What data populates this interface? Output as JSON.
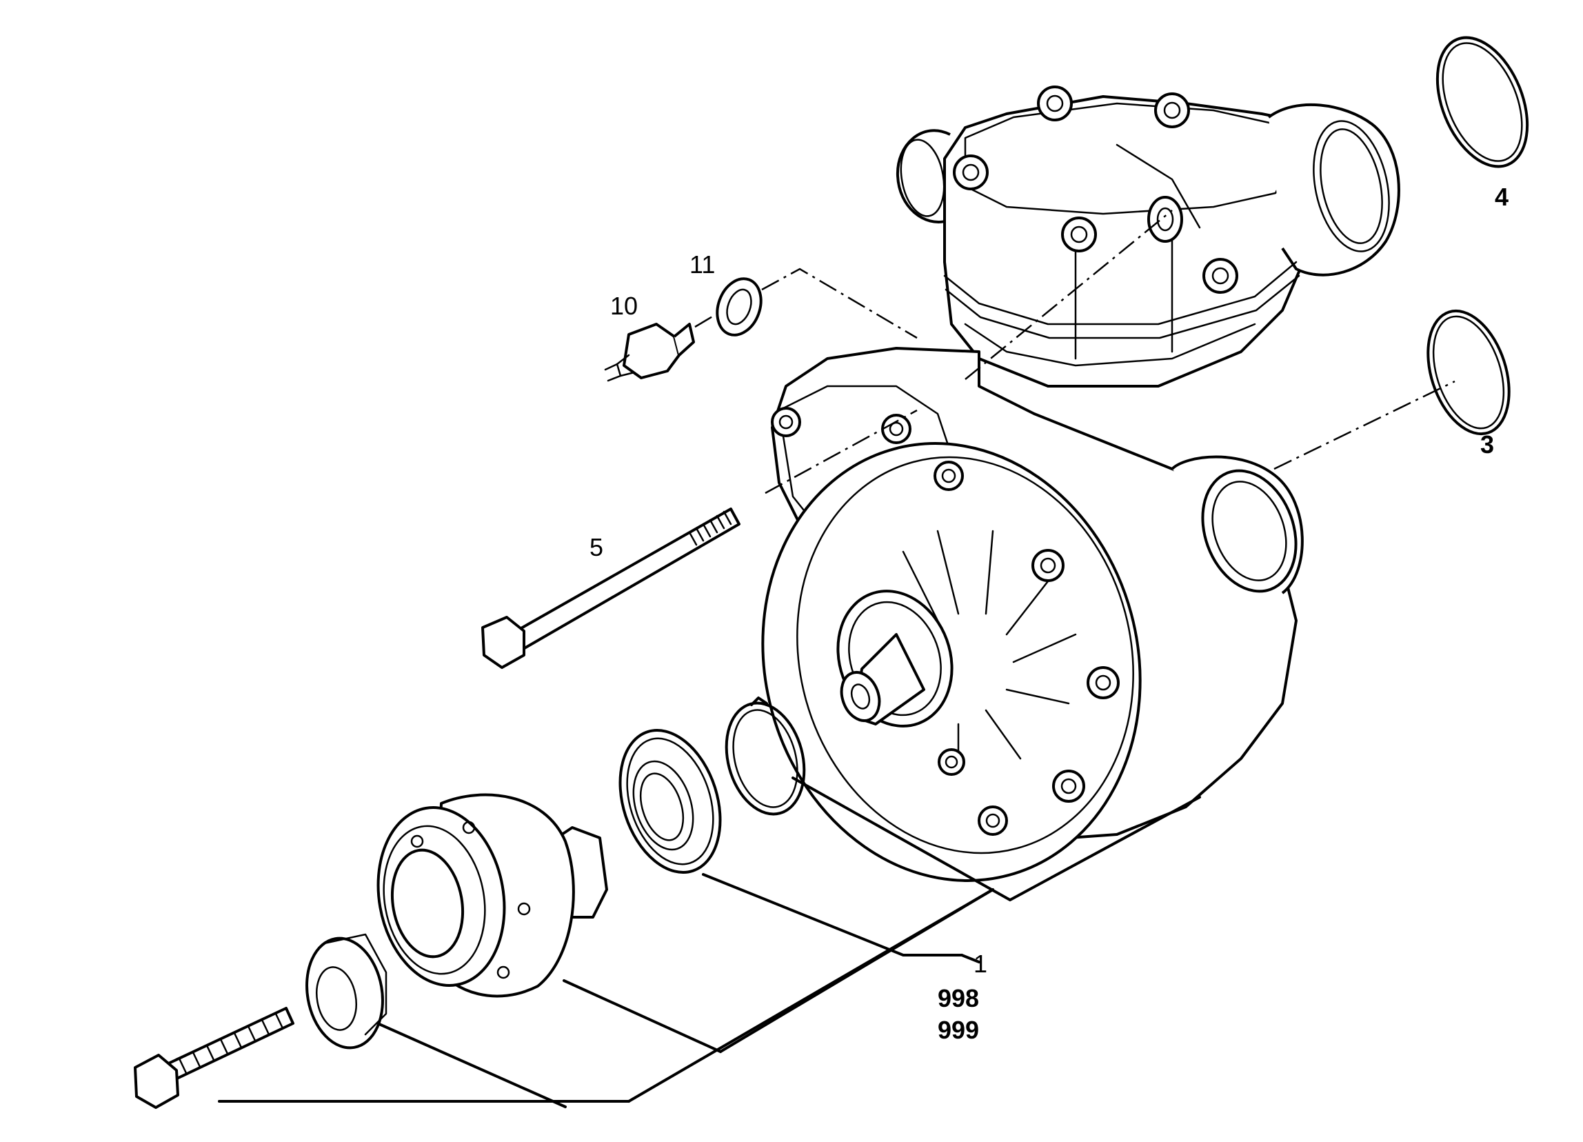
{
  "diagram": {
    "callouts": {
      "c1": "1",
      "c998": "998",
      "c999": "999",
      "c3": "3",
      "c4": "4",
      "c5": "5",
      "c10": "10",
      "c11": "11"
    }
  }
}
